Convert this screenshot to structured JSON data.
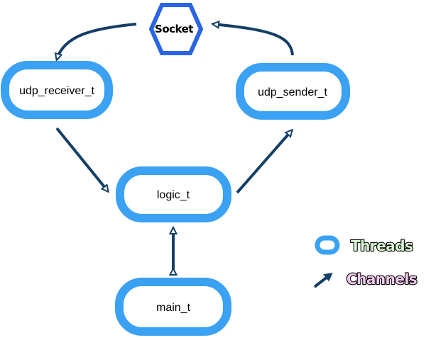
{
  "diagram": {
    "nodes": {
      "socket": {
        "label": "Socket",
        "shape": "hexagon"
      },
      "udp_receiver": {
        "label": "udp_receiver_t",
        "kind": "thread"
      },
      "udp_sender": {
        "label": "udp_sender_t",
        "kind": "thread"
      },
      "logic": {
        "label": "logic_t",
        "kind": "thread"
      },
      "main": {
        "label": "main_t",
        "kind": "thread"
      }
    },
    "edges": [
      {
        "from": "socket",
        "to": "udp_receiver",
        "direction": "forward"
      },
      {
        "from": "udp_sender",
        "to": "socket",
        "direction": "forward"
      },
      {
        "from": "udp_receiver",
        "to": "logic",
        "direction": "forward"
      },
      {
        "from": "logic",
        "to": "udp_sender",
        "direction": "forward"
      },
      {
        "from": "logic",
        "to": "main",
        "direction": "both"
      }
    ],
    "legend": {
      "threads": {
        "label": "Threads",
        "text_color": "#d8f7d3"
      },
      "channels": {
        "label": "Channels",
        "text_color": "#f2c8ee"
      }
    },
    "colors": {
      "thread_border": "#3aa1f3",
      "thread_fill": "#ffffff",
      "socket_stroke": "#2b64e5",
      "arrow": "#143f66"
    }
  }
}
